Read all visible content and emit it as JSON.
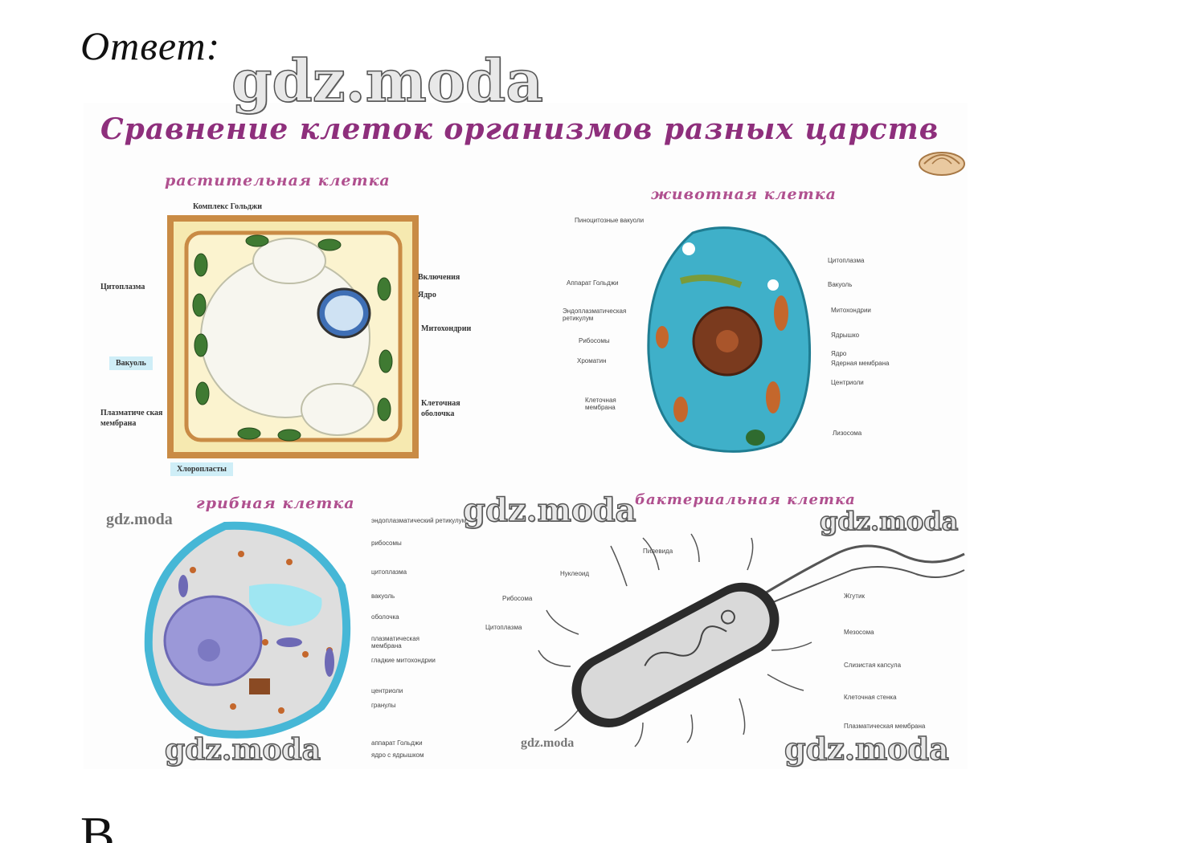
{
  "answer_label": "Ответ:",
  "watermarks": {
    "top_large": "gdz.moda",
    "middle": "gdz.moda",
    "fungal_small": "gdz.moda",
    "bacterial_right": "gdz.moda",
    "bottom_left": "gdz.moda",
    "bottom_small": "gdz.moda",
    "bottom_right": "gdz.moda"
  },
  "title": "Сравнение клеток организмов разных царств",
  "plant_cell": {
    "heading": "растительная клетка",
    "labels": {
      "golgi": "Комплекс Гольджи",
      "cytoplasm": "Цитоплазма",
      "vacuole": "Вакуоль",
      "plasma_membrane": "Плазматиче ская мембрана",
      "chloroplasts": "Хлоропласты",
      "inclusions": "Включения",
      "nucleus": "Ядро",
      "mitochondria": "Митохондрии",
      "cell_wall": "Клеточная оболочка"
    }
  },
  "animal_cell": {
    "heading": "животная клетка",
    "labels": {
      "pinocytic": "Пиноцитозные вакуоли",
      "golgi": "Аппарат Гольджи",
      "er": "Эндоплазматическая ретикулум",
      "ribosomes": "Рибосомы",
      "chromatin": "Хроматин",
      "cell_membrane": "Клеточная мембрана",
      "cytoplasm": "Цитоплазма",
      "vacuole": "Вакуоль",
      "mitochondria": "Митохондрии",
      "nucleolus": "Ядрышко",
      "nucleus": "Ядро",
      "nuclear_membrane": "Ядерная мембрана",
      "centrioles": "Центриоли",
      "lysosome": "Лизосома"
    }
  },
  "fungal_cell": {
    "heading": "грибная клетка",
    "labels": {
      "er": "эндоплазматический ретикулум",
      "ribosomes": "рибосомы",
      "cytoplasm": "цитоплазма",
      "vacuole": "вакуоль",
      "wall": "оболочка",
      "plasma_membrane": "плазматическая мембрана",
      "mitochondria": "гладкие митохондрии",
      "centrioles": "центриоли",
      "granules": "гранулы",
      "golgi": "аппарат Гольджи",
      "nucleus": "ядро с ядрышком"
    }
  },
  "bacterial_cell": {
    "heading": "бактериальная клетка",
    "labels": {
      "pili": "Пилевида",
      "nucleoid": "Нуклеоид",
      "ribosomes": "Рибосома",
      "cytoplasm": "Цитоплазма",
      "flagella": "Жгутик",
      "mesosome": "Мезосома",
      "capsule": "Слизистая капсула",
      "cell_wall": "Клеточная стенка",
      "plasma_membrane": "Плазматическая мембрана"
    }
  },
  "footer_letter": "В",
  "colors": {
    "title": "#8e2f7c",
    "subtitle": "#b0508f",
    "plant_wall": "#c98b45",
    "chloroplast": "#3f7a32",
    "animal_cytoplasm": "#3fb0c9",
    "animal_nucleus": "#7a3a1e",
    "fungal_wall": "#46b7d6",
    "fungal_nucleus": "#9b98d8",
    "bacterium": "#2b2b2b"
  }
}
